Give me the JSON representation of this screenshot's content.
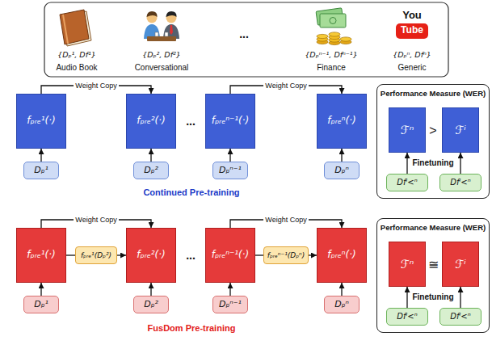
{
  "diagram": {
    "nodes": [
      {
        "text": [
          "fₚᵣₑ¹(·)"
        ]
      },
      {
        "text": [
          "fₚᵣₑ²(·)"
        ]
      },
      {
        "text": [
          "fₚᵣₑⁿ⁻¹(·)"
        ]
      },
      {
        "text": [
          "fₚᵣₑⁿ(·)"
        ]
      },
      {
        "text": [
          "Dₚ¹"
        ]
      },
      {
        "text": [
          "Dₚ²"
        ]
      },
      {
        "text": [
          "Dₚⁿ⁻¹"
        ]
      },
      {
        "text": [
          "Dₚⁿ"
        ]
      },
      {
        "text": [
          "Performance Measure (WER)",
          "Finetuning"
        ]
      },
      {
        "text": [
          "ℱⁿ"
        ],
        "in": 8
      },
      {
        "text": [
          "ℱⁱ"
        ],
        "in": 8
      },
      {
        "text": [
          "Dfⁱ<ⁿ"
        ],
        "in": 8
      },
      {
        "text": [
          "Dfⁱ<ⁿ"
        ],
        "in": 8
      },
      {
        "text": [
          "fₚᵣₑ¹(·)"
        ]
      },
      {
        "text": [
          "fₚᵣₑ²(·)"
        ]
      },
      {
        "text": [
          "fₚᵣₑⁿ⁻¹(·)"
        ]
      },
      {
        "text": [
          "fₚᵣₑⁿ(·)"
        ]
      },
      {
        "text": [
          "fₚᵣₑ¹(Dₚ²)"
        ]
      },
      {
        "text": [
          "fₚᵣₑⁿ⁻¹(Dₚⁿ)"
        ]
      },
      {
        "text": [
          "Dₚ¹"
        ]
      },
      {
        "text": [
          "Dₚ²"
        ]
      },
      {
        "text": [
          "Dₚⁿ⁻¹"
        ]
      },
      {
        "text": [
          "Dₚⁿ"
        ]
      },
      {
        "text": [
          "Performance Measure (WER)",
          "Finetuning"
        ]
      },
      {
        "text": [
          "ℱⁿ"
        ],
        "in": 23
      },
      {
        "text": [
          "ℱⁱ"
        ],
        "in": 23
      },
      {
        "text": [
          "Dfⁱ<ⁿ"
        ],
        "in": 23
      },
      {
        "text": [
          "Dfⁱ<ⁿ"
        ],
        "in": 23
      }
    ],
    "edges": [
      {
        "from": 0,
        "to": 1,
        "label": "Weight Copy",
        "arrow": "to"
      },
      {
        "from": 2,
        "to": 3,
        "label": "Weight Copy",
        "arrow": "to"
      },
      {
        "from": 4,
        "to": 0,
        "arrow": "to"
      },
      {
        "from": 5,
        "to": 1,
        "arrow": "to"
      },
      {
        "from": 6,
        "to": 2,
        "arrow": "to"
      },
      {
        "from": 7,
        "to": 3,
        "arrow": "to"
      },
      {
        "from": 11,
        "to": 9,
        "arrow": "to"
      },
      {
        "from": 12,
        "to": 10,
        "arrow": "to"
      },
      {
        "from": 13,
        "to": 14,
        "label": "Weight Copy",
        "arrow": "to"
      },
      {
        "from": 15,
        "to": 16,
        "label": "Weight Copy",
        "arrow": "to"
      },
      {
        "from": 13,
        "to": 17,
        "arrow": "none"
      },
      {
        "from": 17,
        "to": 14,
        "arrow": "to"
      },
      {
        "from": 15,
        "to": 18,
        "arrow": "none"
      },
      {
        "from": 18,
        "to": 16,
        "arrow": "to"
      },
      {
        "from": 19,
        "to": 13,
        "arrow": "to"
      },
      {
        "from": 20,
        "to": 14,
        "arrow": "to"
      },
      {
        "from": 21,
        "to": 15,
        "arrow": "to"
      },
      {
        "from": 22,
        "to": 16,
        "arrow": "to"
      },
      {
        "from": 26,
        "to": 24,
        "arrow": "to"
      },
      {
        "from": 27,
        "to": 25,
        "arrow": "to"
      }
    ],
    "labels": [
      "{Dₚ¹, Df¹}",
      "Audio Book",
      "{Dₚ², Df²}",
      "Conversational",
      "...",
      "{Dₚⁿ⁻¹, Dfⁿ⁻¹}",
      "Finance",
      "You",
      "Tube",
      "{Dₚⁿ, Dfⁿ}",
      "Generic",
      "...",
      ">",
      "Continued Pre-training",
      "...",
      "≅",
      "FusDom Pre-training"
    ]
  }
}
